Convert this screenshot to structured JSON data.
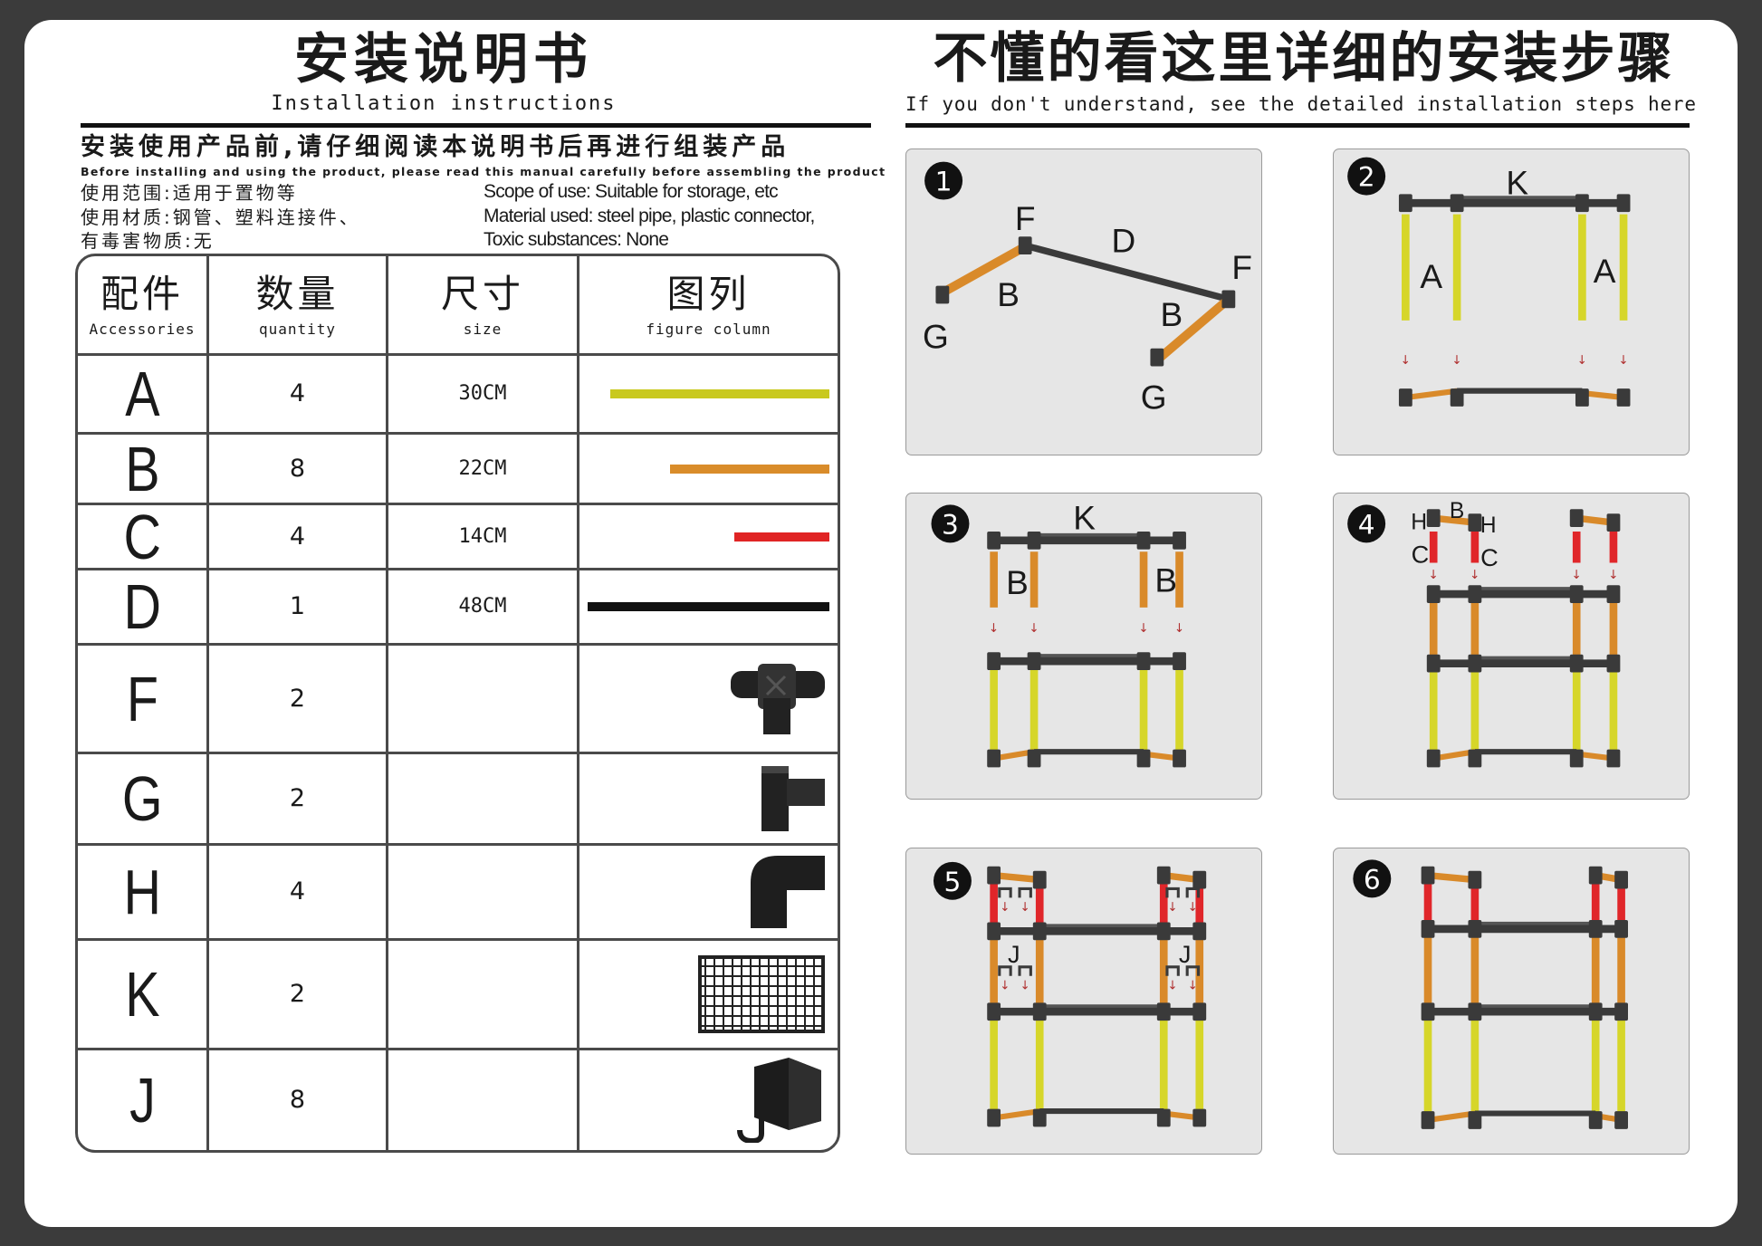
{
  "header": {
    "title_cn": "安装说明书",
    "title_en": "Installation instructions",
    "steps_title_cn": "不懂的看这里详细的安装步骤",
    "steps_title_en": "If you don't understand, see the detailed installation steps here"
  },
  "intro": {
    "notice_cn": "安装使用产品前,请仔细阅读本说明书后再进行组装产品",
    "notice_en": "Before installing and using the product, please read this manual carefully before assembling the product",
    "scope_cn": "使用范围:适用于置物等",
    "material_cn": "使用材质:钢管、塑料连接件、",
    "toxic_cn": "有毒害物质:无",
    "scope_en": "Scope of use: Suitable for storage, etc",
    "material_en": "Material used: steel pipe, plastic connector,",
    "toxic_en": "Toxic substances: None"
  },
  "table": {
    "headers": [
      {
        "cn": "配件",
        "en": "Accessories"
      },
      {
        "cn": "数量",
        "en": "quantity"
      },
      {
        "cn": "尺寸",
        "en": "size"
      },
      {
        "cn": "图列",
        "en": "figure column"
      }
    ],
    "rows": [
      {
        "part": "A",
        "qty": "4",
        "size": "30CM",
        "figure": "pipe",
        "color": "#c9c91e",
        "length_cm": 30
      },
      {
        "part": "B",
        "qty": "8",
        "size": "22CM",
        "figure": "pipe",
        "color": "#d98c2a",
        "length_cm": 22
      },
      {
        "part": "C",
        "qty": "4",
        "size": "14CM",
        "figure": "pipe",
        "color": "#e02424",
        "length_cm": 14
      },
      {
        "part": "D",
        "qty": "1",
        "size": "48CM",
        "figure": "pipe",
        "color": "#111111",
        "length_cm": 48
      },
      {
        "part": "F",
        "qty": "2",
        "size": "",
        "figure": "four-way-connector-icon"
      },
      {
        "part": "G",
        "qty": "2",
        "size": "",
        "figure": "tee-connector-icon"
      },
      {
        "part": "H",
        "qty": "4",
        "size": "",
        "figure": "elbow-connector-icon"
      },
      {
        "part": "K",
        "qty": "2",
        "size": "",
        "figure": "wire-shelf-icon"
      },
      {
        "part": "J",
        "qty": "8",
        "size": "",
        "figure": "hook-icon"
      }
    ]
  },
  "colors": {
    "yellow": "#d6d62a",
    "orange": "#d98a2a",
    "red": "#e0262a",
    "dark": "#3a3a3a",
    "arrow": "#b03030"
  },
  "steps": [
    {
      "number": "1",
      "labels": [
        "F",
        "D",
        "F",
        "B",
        "B",
        "G",
        "G"
      ]
    },
    {
      "number": "2",
      "labels": [
        "K",
        "A",
        "A"
      ]
    },
    {
      "number": "3",
      "labels": [
        "K",
        "B",
        "B"
      ]
    },
    {
      "number": "4",
      "labels": [
        "H",
        "B",
        "H",
        "C",
        "C"
      ]
    },
    {
      "number": "5",
      "labels": [
        "J",
        "J"
      ]
    },
    {
      "number": "6",
      "labels": []
    }
  ]
}
